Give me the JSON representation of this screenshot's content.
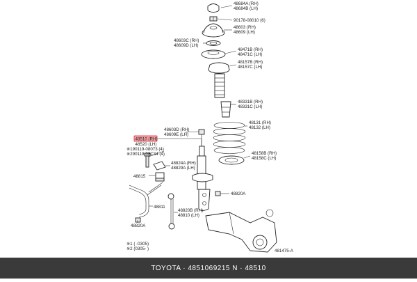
{
  "colors": {
    "background": "#ffffff",
    "line": "#222222",
    "highlight_fill": "#f4a3a8",
    "highlight_stroke": "#e0232f",
    "footer_bg": "#3a3a3a",
    "footer_text": "#ffffff"
  },
  "labels": {
    "p48684": "48684A (RH)",
    "p48684b": "48684B (LH)",
    "p90178": "90178-08010 (6)",
    "p48603": "48603 (RH)",
    "p48609": "48609 (LH)",
    "p48603c": "48603C (RH)",
    "p48609d": "48609D (LH)",
    "p48471b": "48471B (RH)",
    "p48471c": "48471C (LH)",
    "p48157b": "48157B (RH)",
    "p48157c": "48157C (LH)",
    "p48331b": "48331B (RH)",
    "p48331c": "48331C (LH)",
    "p48131": "48131 (RH)",
    "p48132": "48132 (LH)",
    "p48603d": "48603D (RH)",
    "p48609e": "48609E (LH)",
    "p48510": "48510 (RH)",
    "p48520": "48520 (LH)",
    "p90119a": "※190119-08073 (4)",
    "p90119b": "※290119-08C34 (4)",
    "p48824a": "48824A (RH)",
    "p48829a": "48829A (LH)",
    "p48158b": "48158B (RH)",
    "p48158c": "48158C (LH)",
    "p48815": "48815",
    "p48820a_mid": "48820A",
    "p48811": "48811",
    "p48820b": "48820B (RH)",
    "p48810": "48810 (LH)",
    "p48820a_low": "48820A",
    "note1": "※1 (   -0305)",
    "note2": "※2 (0305-    )",
    "diagram_ref": "481475-A"
  },
  "footer": {
    "text": "TOYOTA · 4851069215     N · 48510"
  }
}
